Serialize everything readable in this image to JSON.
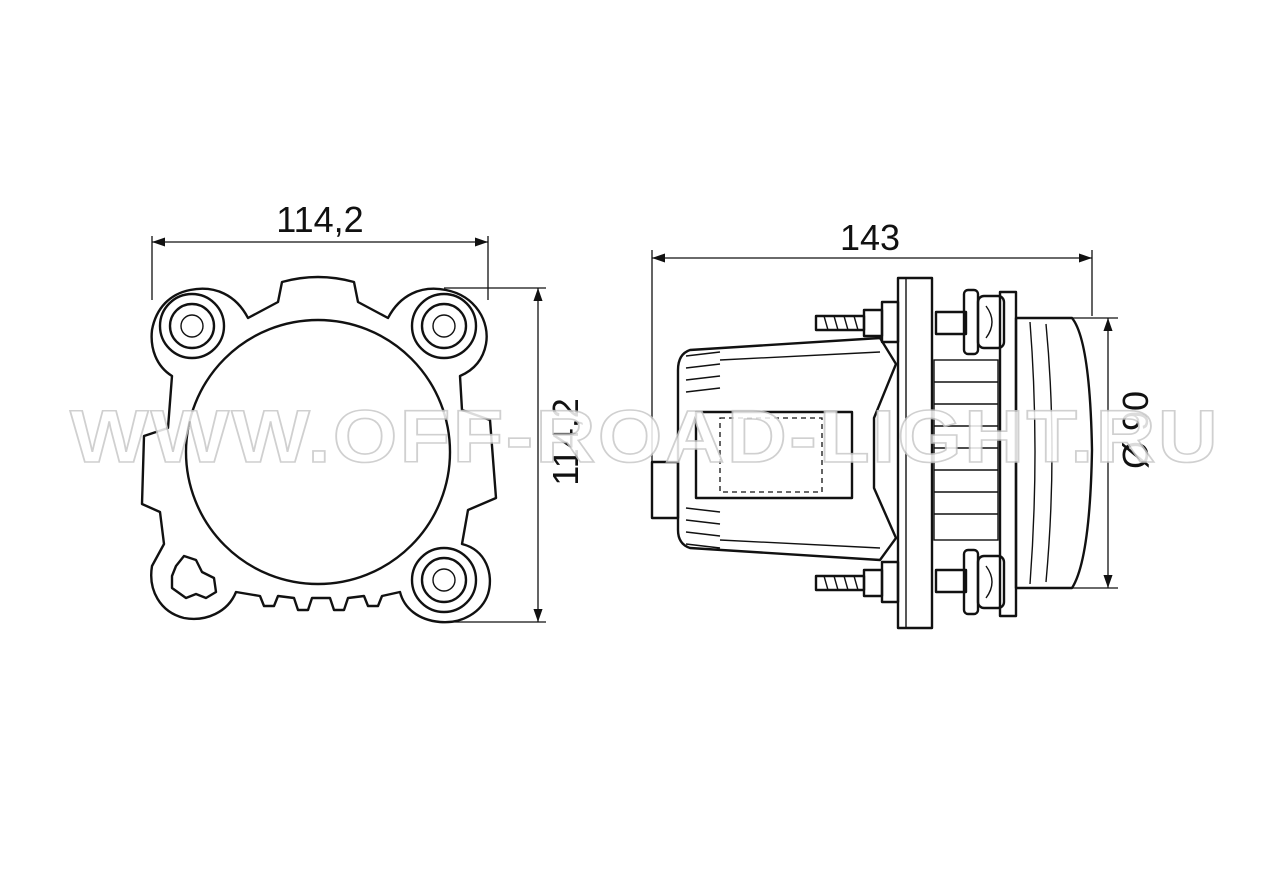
{
  "front_view": {
    "width_label": "114,2",
    "height_label": "114,2"
  },
  "side_view": {
    "length_label": "143",
    "diameter_label": "Ø 90"
  },
  "watermark": "WWW.OFF-ROAD-LIGHT.RU"
}
